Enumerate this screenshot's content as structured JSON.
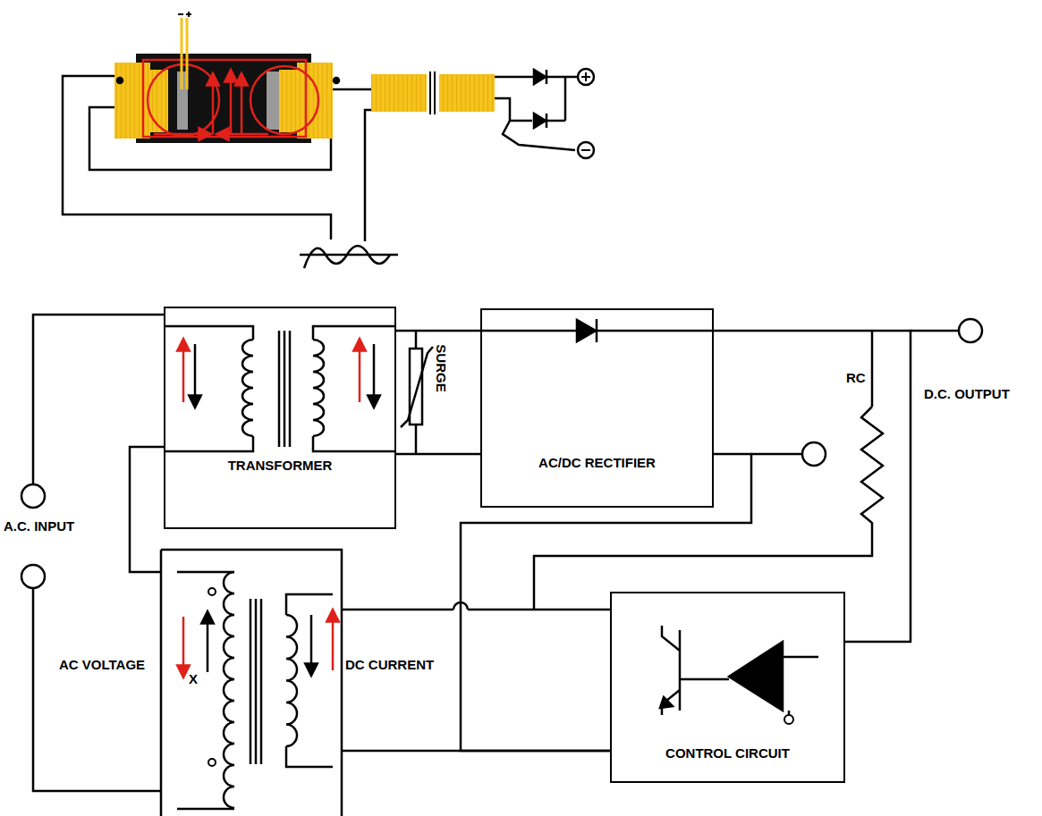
{
  "diagram": {
    "nodes": [
      {
        "text": [
          "TRANSFORMER"
        ]
      },
      {
        "text": [
          "AC/DC RECTIFIER"
        ]
      },
      {
        "text": [
          "CONTROL CIRCUIT"
        ]
      }
    ],
    "edges": [
      {
        "from": 0,
        "to": 1,
        "arrow": "none"
      },
      {
        "from": 0,
        "to": 1,
        "arrow": "none"
      },
      {
        "from": 1,
        "to": 2,
        "arrow": "none"
      },
      {
        "from": 1,
        "to": 2,
        "arrow": "none"
      }
    ],
    "labels": [
      "SURGE",
      "RC",
      "D.C. OUTPUT",
      "A.C. INPUT",
      "AC VOLTAGE",
      "X",
      "DC CURRENT"
    ]
  }
}
